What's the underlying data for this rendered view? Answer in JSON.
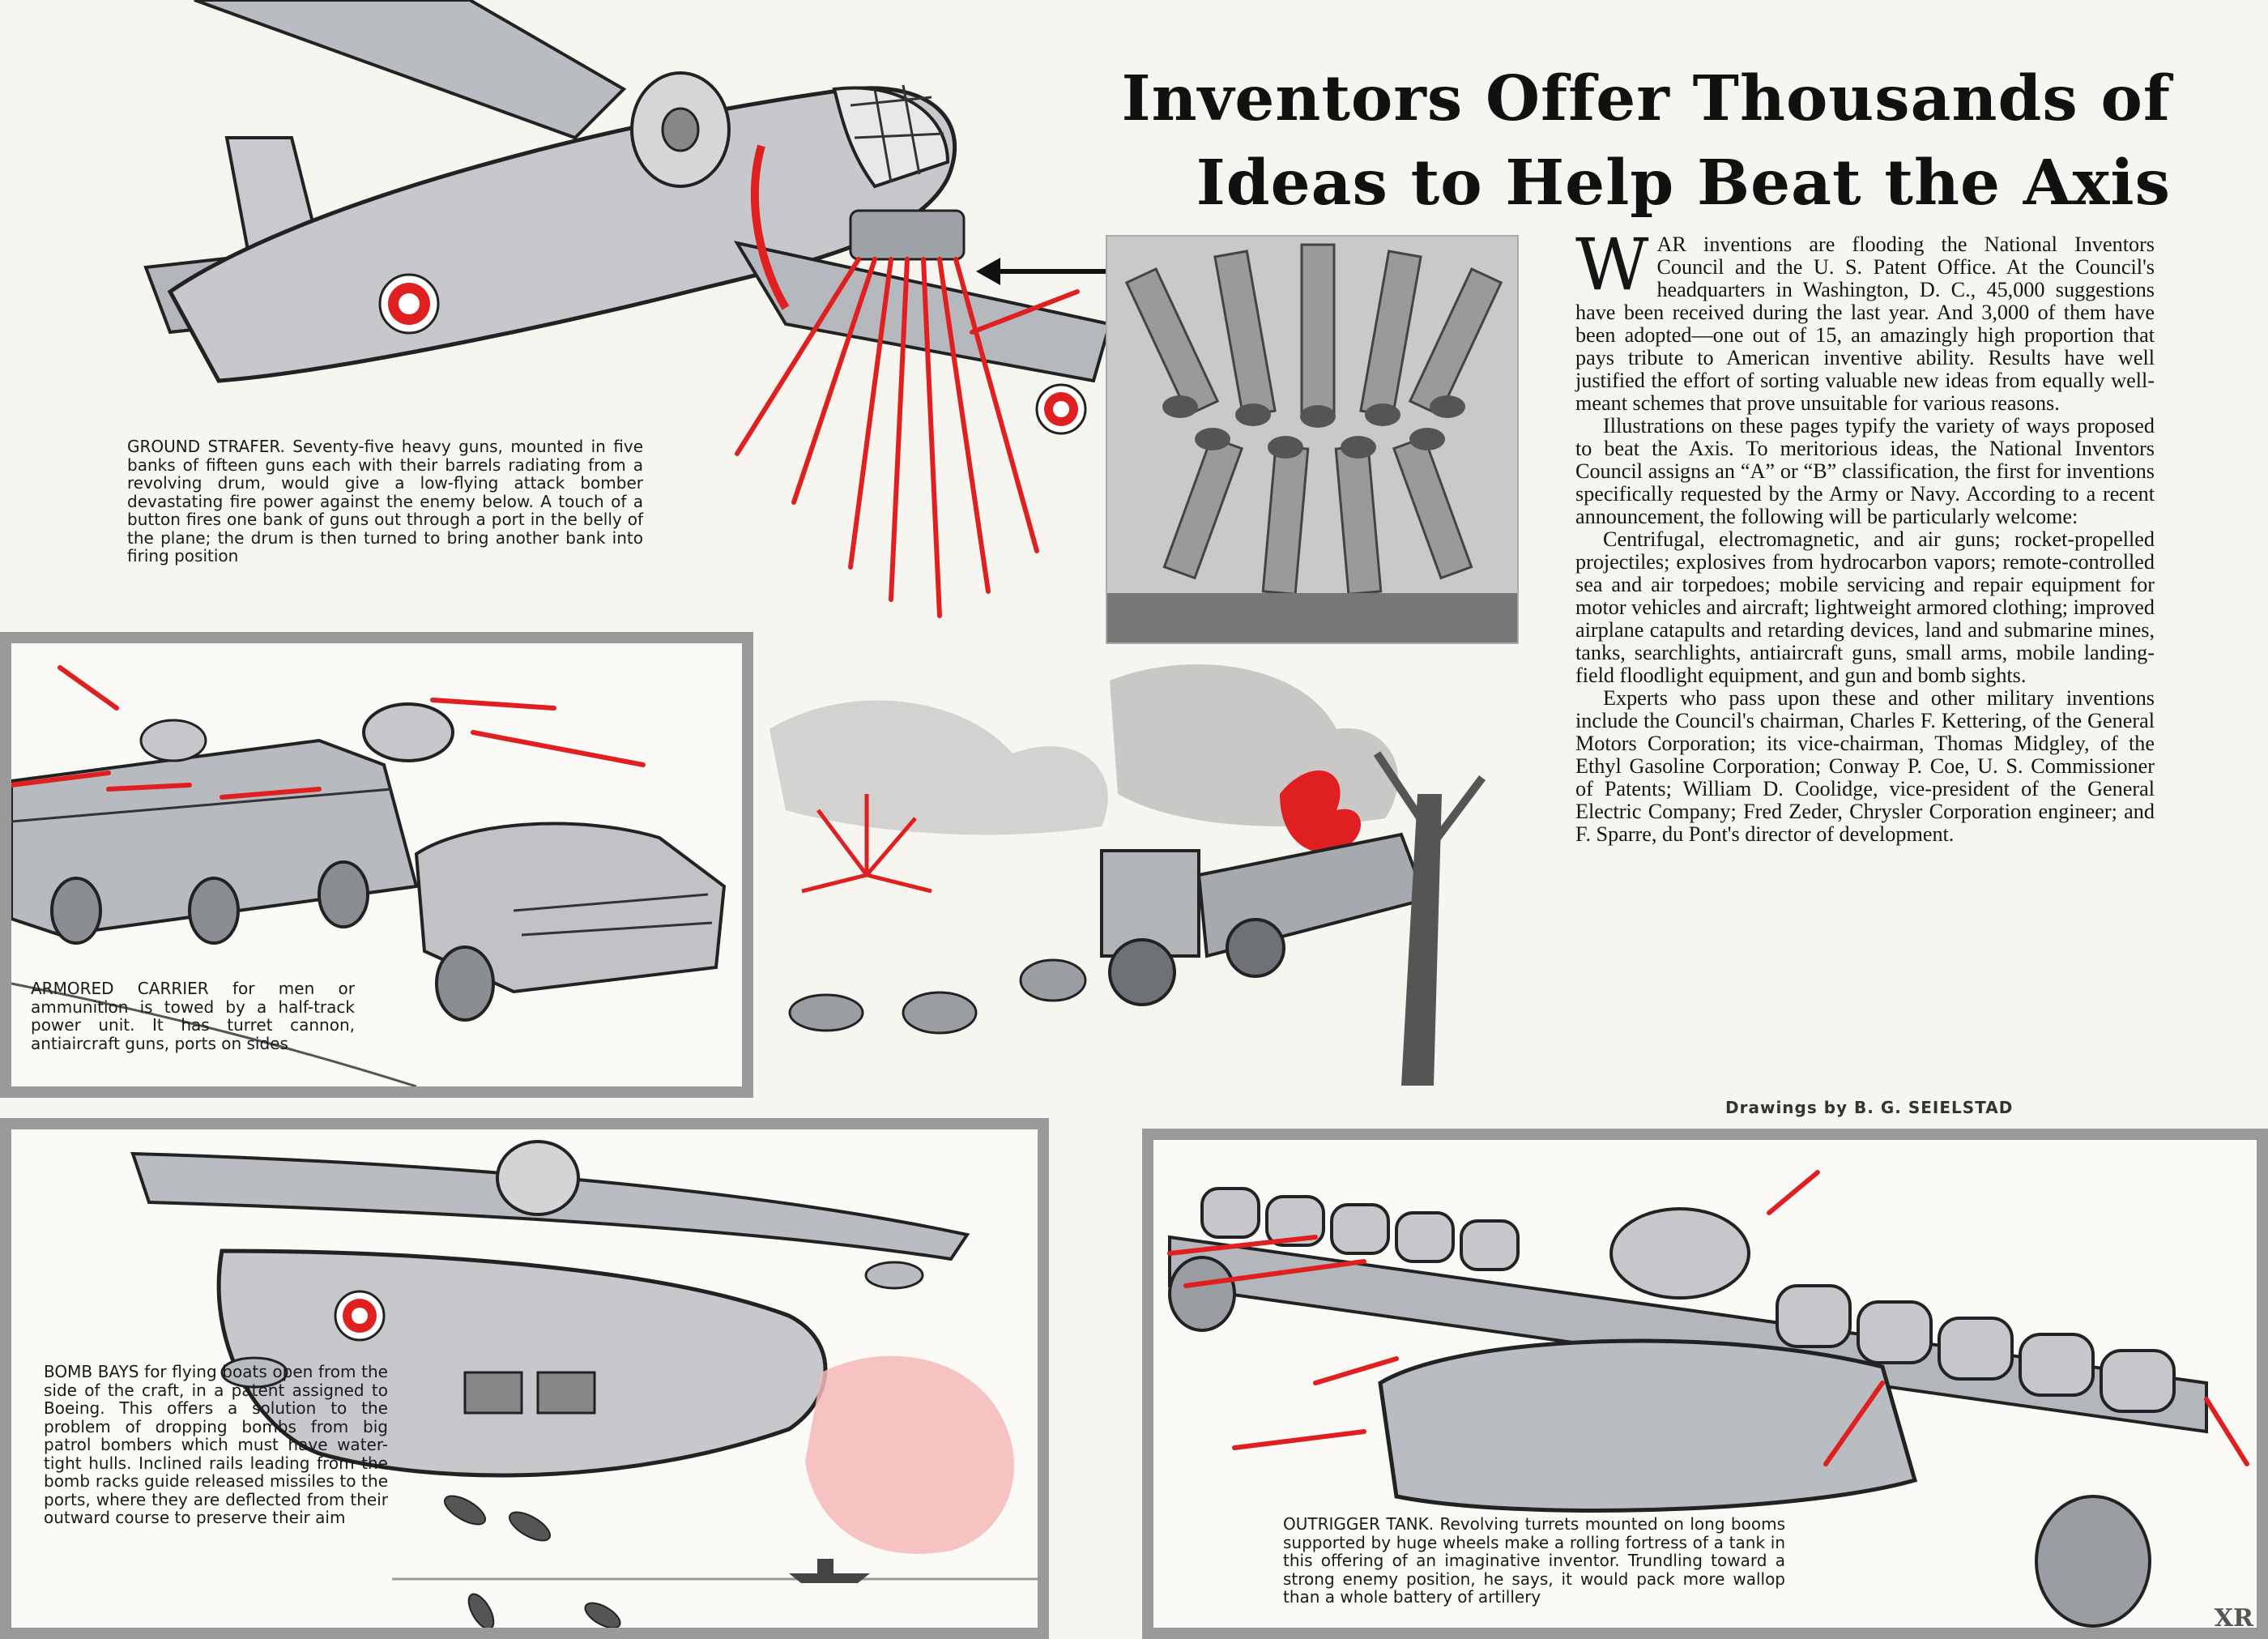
{
  "title": {
    "line1": "Inventors Offer Thousands of",
    "line2": "Ideas to Help Beat the Axis"
  },
  "article": {
    "dropcap": "W",
    "paragraph1": "AR inventions are flooding the National Inventors Council and the U. S. Patent Office. At the Council's headquarters in Washington, D. C., 45,000 suggestions have been received during the last year. And 3,000 of them have been adopted—one out of 15, an amazingly high proportion that pays tribute to American inventive ability. Results have well justified the effort of sorting valuable new ideas from equally well-meant schemes that prove unsuitable for various reasons.",
    "paragraph2": "Illustrations on these pages typify the variety of ways proposed to beat the Axis. To meritorious ideas, the National Inventors Council assigns an “A” or “B” classification, the first for inventions specifically requested by the Army or Navy. According to a recent announcement, the following will be particularly welcome:",
    "paragraph3": "Centrifugal, electromagnetic, and air guns; rocket-propelled projectiles; explosives from hydrocarbon vapors; remote-controlled sea and air torpedoes; mobile servicing and repair equipment for motor vehicles and aircraft; lightweight armored clothing; improved airplane catapults and retarding devices, land and submarine mines, tanks, searchlights, antiaircraft guns, small arms, mobile landing-field floodlight equipment, and gun and bomb sights.",
    "paragraph4": "Experts who pass upon these and other military inventions include the Council's chairman, Charles F. Kettering, of the General Motors Corporation; its vice-chairman, Thomas Midgley, of the Ethyl Gasoline Corporation; Conway P. Coe, U. S. Commissioner of Patents; William D. Coolidge, vice-president of the General Electric Company; Fred Zeder, Chrysler Corporation engineer; and F. Sparre, du Pont's director of development."
  },
  "captions": {
    "ground_strafer": "GROUND STRAFER. Seventy-five heavy guns, mounted in five banks of fifteen guns each with their barrels radiating from a revolving drum, would give a low-flying attack bomber devastating fire power against the enemy below. A touch of a button fires one bank of guns out through a port in the belly of the plane; the drum is then turned to bring another bank into firing position",
    "armored_carrier": "ARMORED CARRIER for men or ammunition is towed by a half-track power unit. It has turret cannon, antiaircraft guns, ports on sides",
    "bomb_bays": "BOMB BAYS for flying boats open from the side of the craft, in a patent assigned to Boeing. This offers a solution to the problem of dropping bombs from big patrol bombers which must have water-tight hulls. Inclined rails leading from the bomb racks guide released missiles to the ports, where they are deflected from their outward course to preserve their aim",
    "outrigger_tank": "OUTRIGGER TANK. Revolving turrets mounted on long booms supported by huge wheels make a rolling fortress of a tank in this offering of an imaginative inventor. Trundling toward a strong enemy position, he says, it would pack more wallop than a whole battery of artillery"
  },
  "credit": "Drawings by B. G. SEIELSTAD",
  "corner_mark": "XR",
  "colors": {
    "accent_red": "#e02020",
    "ink": "#1a1a1a",
    "frame_gray": "#9a9a9a",
    "paper": "#f7f5f0"
  }
}
